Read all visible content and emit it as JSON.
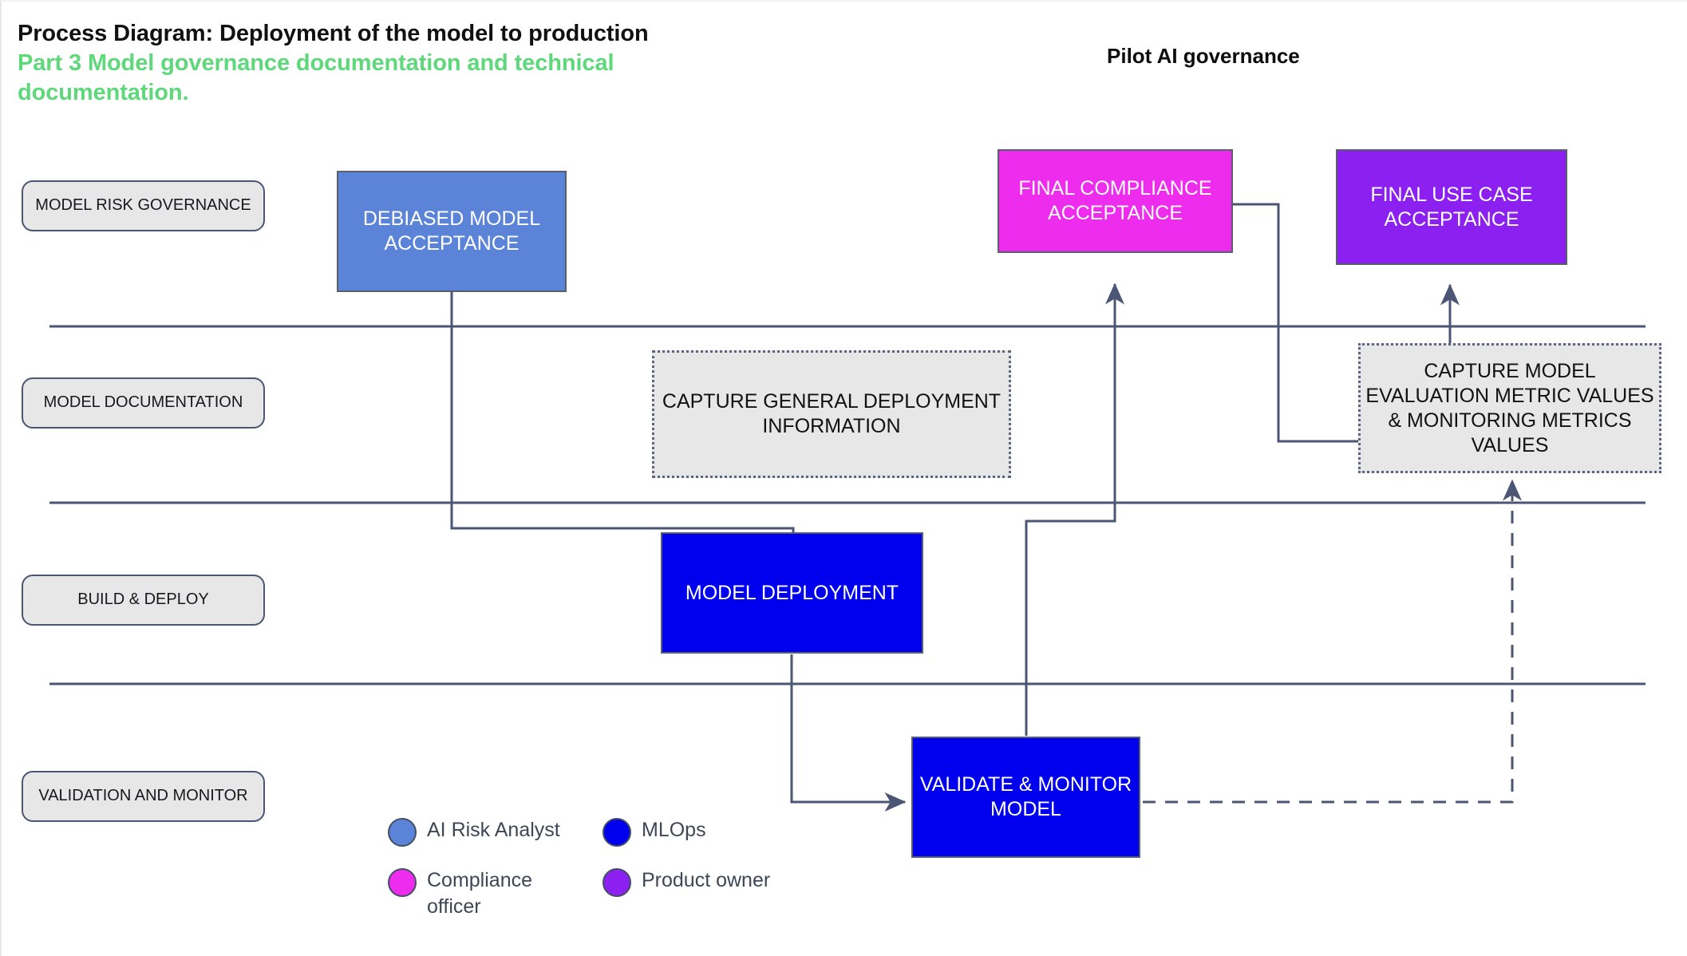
{
  "header": {
    "title_main": "Process Diagram: Deployment of the model to production",
    "title_sub_line1": "Part 3 Model governance documentation and technical",
    "title_sub_line2": "documentation.",
    "pilot_title": "Pilot AI governance",
    "title_sub_color": "#5ED87A"
  },
  "lanes": [
    {
      "label": "MODEL RISK GOVERNANCE"
    },
    {
      "label": "MODEL DOCUMENTATION"
    },
    {
      "label": "BUILD & DEPLOY"
    },
    {
      "label": "VALIDATION AND MONITOR"
    }
  ],
  "nodes": {
    "debiased": {
      "label": "DEBIASED MODEL ACCEPTANCE",
      "color": "#5B84D8",
      "role": "AI Risk Analyst"
    },
    "final_compliance": {
      "label": "FINAL COMPLIANCE ACCEPTANCE",
      "color": "#EE2CEE",
      "role": "Compliance officer"
    },
    "final_use_case": {
      "label": "FINAL USE CASE ACCEPTANCE",
      "color": "#8B20F0",
      "role": "Product owner"
    },
    "capture_general": {
      "label": "CAPTURE GENERAL DEPLOYMENT INFORMATION",
      "color": "#E7E7E7",
      "style": "dotted"
    },
    "capture_metrics": {
      "label": "CAPTURE MODEL EVALUATION METRIC VALUES & MONITORING METRICS VALUES",
      "color": "#E7E7E7",
      "style": "dotted"
    },
    "model_deployment": {
      "label": "MODEL DEPLOYMENT",
      "color": "#0000EE",
      "role": "MLOps"
    },
    "validate_monitor": {
      "label": "VALIDATE & MONITOR MODEL",
      "color": "#0000EE",
      "role": "MLOps"
    }
  },
  "legend": {
    "items": [
      {
        "label": "AI Risk Analyst",
        "color": "#5B84D8"
      },
      {
        "label": "MLOps",
        "color": "#0000EE"
      },
      {
        "label": "Compliance officer",
        "color": "#EE2CEE"
      },
      {
        "label": "Product owner",
        "color": "#8B20F0"
      }
    ]
  },
  "connector_color": "#4a5673",
  "lane_divider_color": "#4a5673"
}
